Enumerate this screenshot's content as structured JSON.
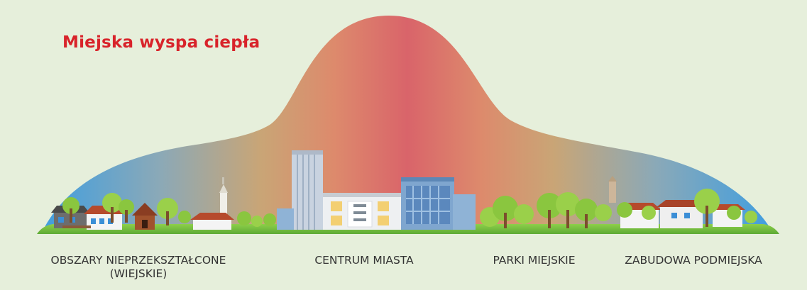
{
  "title": "Miejska wyspa ciepła",
  "zones": {
    "rural_line1": "OBSZARY NIEPRZEKSZTAŁCONE",
    "rural_line2": "(WIEJSKIE)",
    "center": "CENTRUM MIASTA",
    "parks": "PARKI MIEJSKIE",
    "suburb": "ZABUDOWA PODMIEJSKA"
  },
  "colors": {
    "title": "#d8232a",
    "sky_cool": "#3f9ee0",
    "heat_peak": "#d9646a",
    "transition": "#c9a576",
    "grass": "#7cc241",
    "background": "#e6efdb"
  }
}
